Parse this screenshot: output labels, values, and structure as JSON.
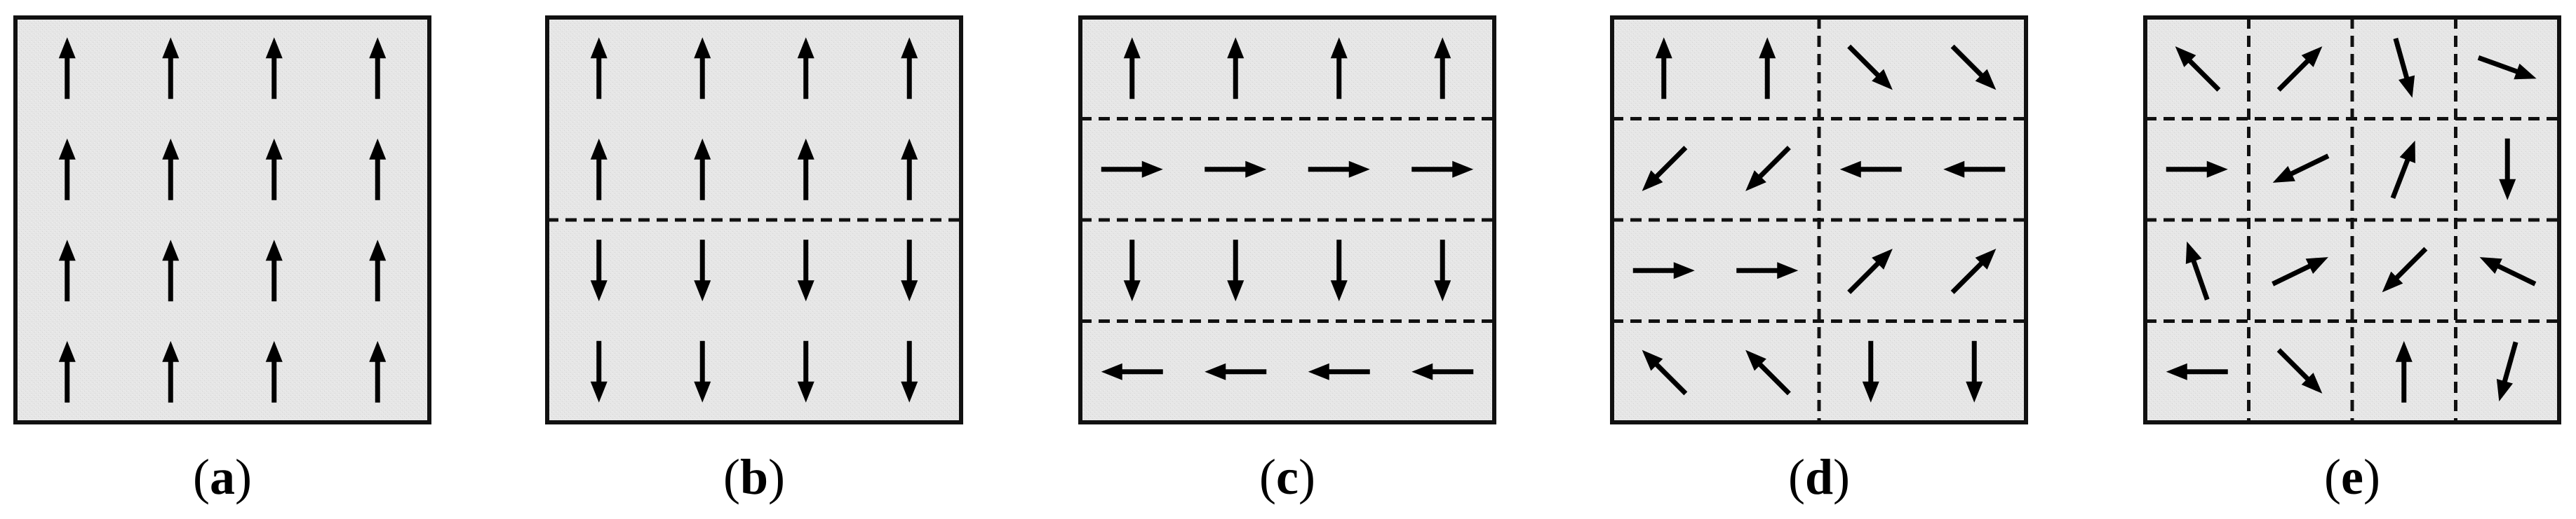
{
  "colors": {
    "panel_fill": "#e6e6e6",
    "border": "#111111",
    "arrow": "#000000",
    "divider": "#111111",
    "background": "#ffffff"
  },
  "panels": [
    {
      "label_open": "(",
      "label_letter": "a",
      "label_close": ")",
      "h_dividers": [],
      "v_dividers": [],
      "arrows": [
        [
          "up",
          "up",
          "up",
          "up"
        ],
        [
          "up",
          "up",
          "up",
          "up"
        ],
        [
          "up",
          "up",
          "up",
          "up"
        ],
        [
          "up",
          "up",
          "up",
          "up"
        ]
      ]
    },
    {
      "label_open": "(",
      "label_letter": "b",
      "label_close": ")",
      "h_dividers": [
        2
      ],
      "v_dividers": [],
      "arrows": [
        [
          "up",
          "up",
          "up",
          "up"
        ],
        [
          "up",
          "up",
          "up",
          "up"
        ],
        [
          "down",
          "down",
          "down",
          "down"
        ],
        [
          "down",
          "down",
          "down",
          "down"
        ]
      ]
    },
    {
      "label_open": "(",
      "label_letter": "c",
      "label_close": ")",
      "h_dividers": [
        1,
        2,
        3
      ],
      "v_dividers": [],
      "arrows": [
        [
          "up",
          "up",
          "up",
          "up"
        ],
        [
          "right",
          "right",
          "right",
          "right"
        ],
        [
          "down",
          "down",
          "down",
          "down"
        ],
        [
          "left",
          "left",
          "left",
          "left"
        ]
      ]
    },
    {
      "label_open": "(",
      "label_letter": "d",
      "label_close": ")",
      "h_dividers": [
        1,
        2,
        3
      ],
      "v_dividers": [
        2
      ],
      "arrows": [
        [
          "up",
          "up",
          "down-right",
          "down-right"
        ],
        [
          "down-left",
          "down-left",
          "left",
          "left"
        ],
        [
          "right",
          "right",
          "up-right",
          "up-right"
        ],
        [
          "up-left",
          "up-left",
          "down",
          "down"
        ]
      ]
    },
    {
      "label_open": "(",
      "label_letter": "e",
      "label_close": ")",
      "h_dividers": [
        1,
        2,
        3
      ],
      "v_dividers": [
        1,
        2,
        3
      ],
      "arrows": [
        [
          "up-left",
          "up-right",
          "down-slight-right",
          "right-slight-down"
        ],
        [
          "right",
          "left-slight-down",
          "up-slight-right",
          "down"
        ],
        [
          "up-slight-left",
          "right-slight-up",
          "down-left",
          "left-slight-up"
        ],
        [
          "left",
          "down-right",
          "up",
          "down-slight-left"
        ]
      ]
    }
  ]
}
